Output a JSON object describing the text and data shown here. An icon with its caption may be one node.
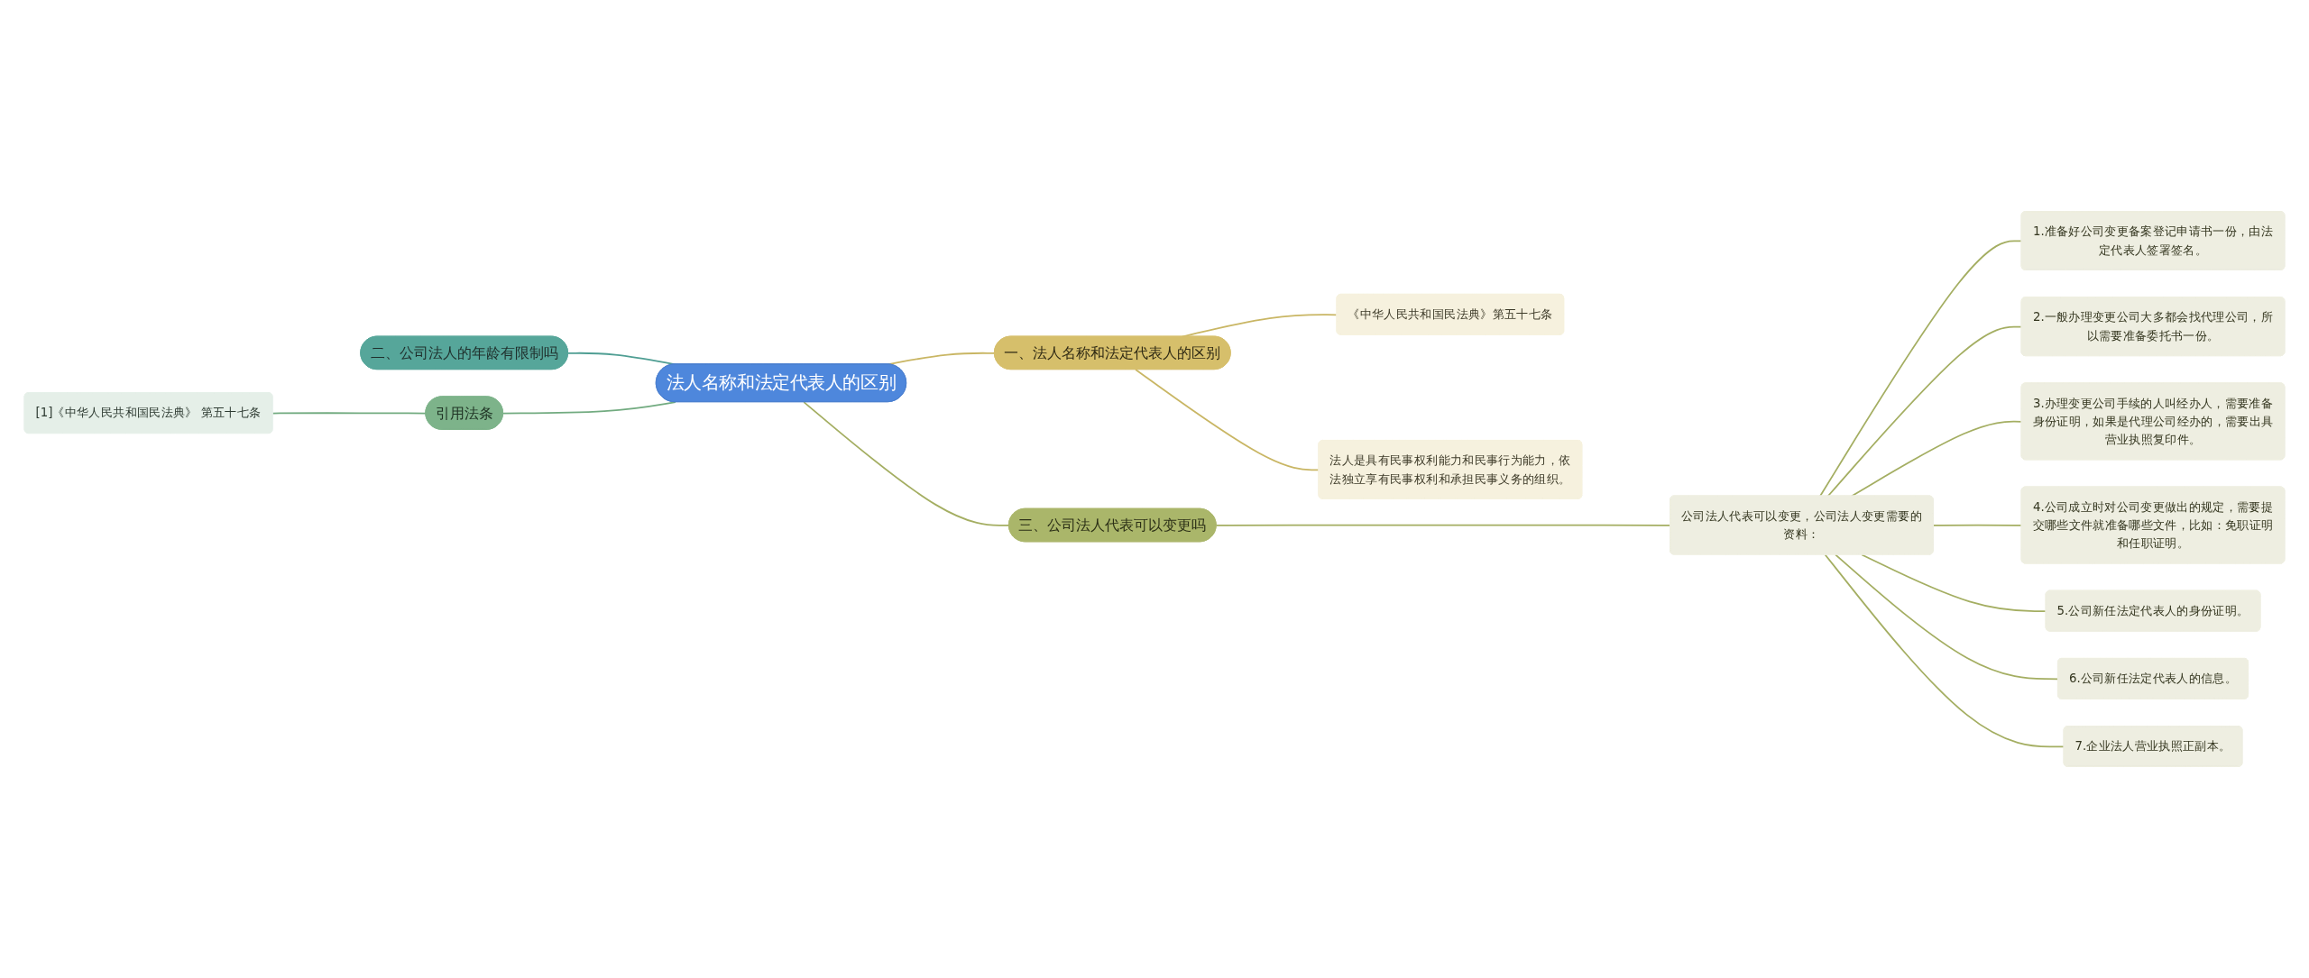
{
  "diagram": {
    "nodes": [
      {
        "text": [
          "法人名称和法定代表人的区别"
        ]
      },
      {
        "text": [
          "一、法人名称和法定代表人的区别"
        ]
      },
      {
        "text": [
          "《中华人民共和国民法典》第五十七条"
        ]
      },
      {
        "text": [
          "法人是具有民事权利能力和民事行为能力，依法独立享有民事权利和承担民事义务的组织。"
        ]
      },
      {
        "text": [
          "二、公司法人的年龄有限制吗"
        ]
      },
      {
        "text": [
          "引用法条"
        ]
      },
      {
        "text": [
          "[1]《中华人民共和国民法典》 第五十七条"
        ]
      },
      {
        "text": [
          "三、公司法人代表可以变更吗"
        ]
      },
      {
        "text": [
          "公司法人代表可以变更，公司法人变更需要的资料："
        ]
      },
      {
        "text": [
          "1.准备好公司变更备案登记申请书一份，由法定代表人签署签名。"
        ]
      },
      {
        "text": [
          "2.一般办理变更公司大多都会找代理公司，所以需要准备委托书一份。"
        ]
      },
      {
        "text": [
          "3.办理变更公司手续的人叫经办人，需要准备身份证明，如果是代理公司经办的，需要出具营业执照复印件。"
        ]
      },
      {
        "text": [
          "4.公司成立时对公司变更做出的规定，需要提交哪些文件就准备哪些文件，比如：免职证明和任职证明。"
        ]
      },
      {
        "text": [
          "5.公司新任法定代表人的身份证明。"
        ]
      },
      {
        "text": [
          "6.公司新任法定代表人的信息。"
        ]
      },
      {
        "text": [
          "7.企业法人营业执照正副本。"
        ]
      }
    ],
    "edges": [
      {
        "from": 0,
        "to": 1,
        "arrow": "none",
        "color": "#c9b664"
      },
      {
        "from": 1,
        "to": 2,
        "arrow": "none",
        "color": "#c9b664"
      },
      {
        "from": 1,
        "to": 3,
        "arrow": "none",
        "color": "#c9b664"
      },
      {
        "from": 4,
        "to": 0,
        "arrow": "none",
        "color": "#4f9e93"
      },
      {
        "from": 6,
        "to": 5,
        "arrow": "none",
        "color": "#72ab80"
      },
      {
        "from": 5,
        "to": 0,
        "arrow": "none",
        "color": "#72ab80"
      },
      {
        "from": 0,
        "to": 7,
        "arrow": "none"
      },
      {
        "from": 7,
        "to": 8,
        "arrow": "none"
      },
      {
        "from": 8,
        "to": 9,
        "arrow": "none"
      },
      {
        "from": 8,
        "to": 10,
        "arrow": "none"
      },
      {
        "from": 8,
        "to": 11,
        "arrow": "none"
      },
      {
        "from": 8,
        "to": 12,
        "arrow": "none"
      },
      {
        "from": 8,
        "to": 13,
        "arrow": "none"
      },
      {
        "from": 8,
        "to": 14,
        "arrow": "none"
      },
      {
        "from": 8,
        "to": 15,
        "arrow": "none"
      }
    ]
  }
}
